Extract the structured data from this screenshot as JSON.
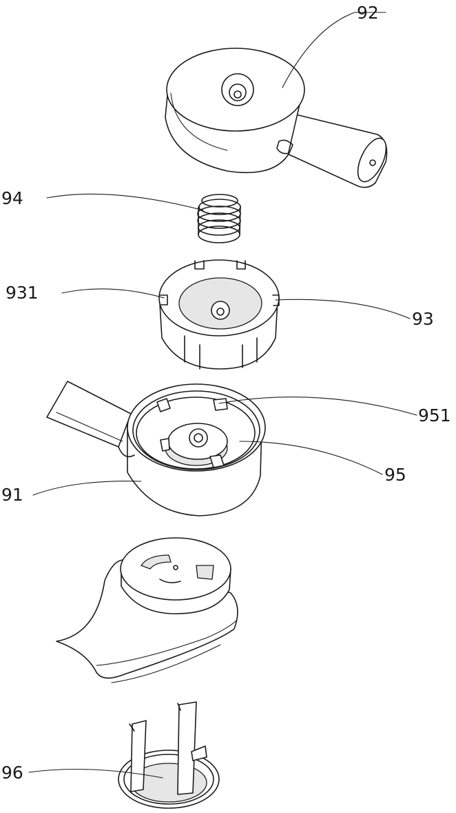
{
  "figure": {
    "labels": {
      "l92": "92",
      "l94": "94",
      "l931": "931",
      "l93": "93",
      "l951": "951",
      "l95": "95",
      "l91": "91",
      "l96": "96"
    }
  }
}
